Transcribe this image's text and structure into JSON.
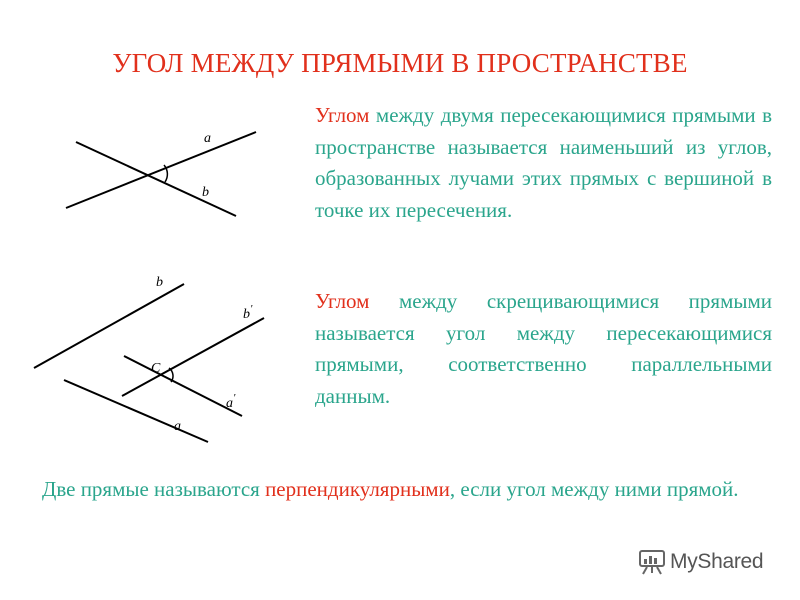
{
  "title": "УГОЛ МЕЖДУ ПРЯМЫМИ В ПРОСТРАНСТВЕ",
  "def1": {
    "term": "Углом",
    "text": " между двумя пересекающимися прямыми в пространстве называется наименьший из углов, образованных лучами этих прямых с вершиной в точке их пересечения."
  },
  "def2": {
    "term": "Углом",
    "text": " между скрещивающимися прямыми называется угол между пересекающимися прямыми, соответственно параллельными данным."
  },
  "def3": {
    "before": "Две прямые называются ",
    "term": "перпендикулярными",
    "after": ", если угол между ними прямой."
  },
  "figure1": {
    "label_a": "a",
    "label_b": "b"
  },
  "figure2": {
    "label_b": "b",
    "label_b_prime": "b",
    "label_c": "C",
    "label_a_prime": "a",
    "label_a": "a",
    "prime_mark": "'"
  },
  "logo": {
    "text": "MyShared"
  }
}
